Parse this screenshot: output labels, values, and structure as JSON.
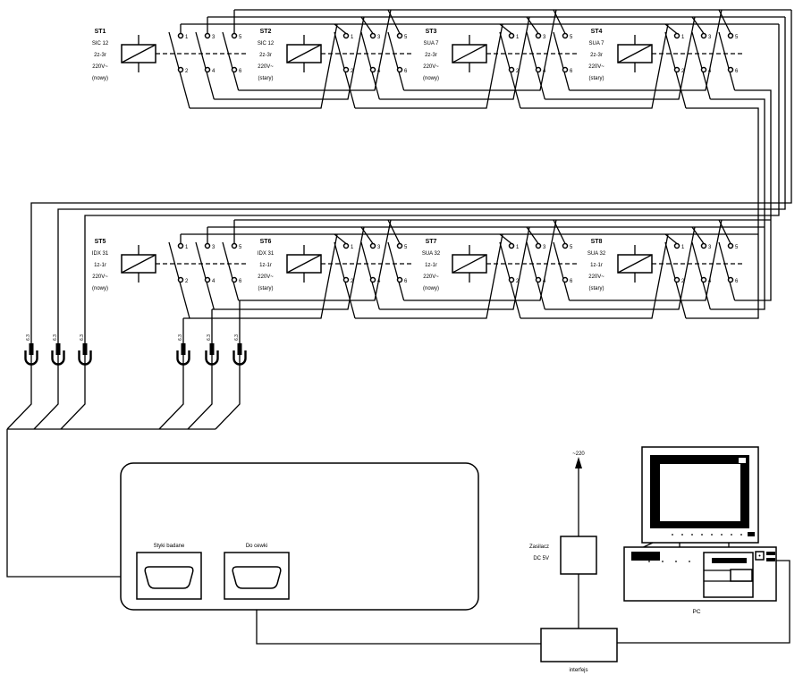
{
  "diagram": {
    "colors": {
      "ink": "#000000",
      "background": "#ffffff"
    },
    "relays": [
      {
        "id": "ST1",
        "type": "SIC 12",
        "contacts": "2z-3r",
        "voltage": "220V~",
        "variant": "(nowy)"
      },
      {
        "id": "ST2",
        "type": "SIC 12",
        "contacts": "2z-3r",
        "voltage": "220V~",
        "variant": "(stary)"
      },
      {
        "id": "ST3",
        "type": "SUA 7",
        "contacts": "2z-3r",
        "voltage": "220V~",
        "variant": "(nowy)"
      },
      {
        "id": "ST4",
        "type": "SUA 7",
        "contacts": "2z-3r",
        "voltage": "220V~",
        "variant": "(stary)"
      },
      {
        "id": "ST5",
        "type": "IDX 31",
        "contacts": "1z-1r",
        "voltage": "220V~",
        "variant": "(nowy)"
      },
      {
        "id": "ST6",
        "type": "IDX 31",
        "contacts": "1z-1r",
        "voltage": "220V~",
        "variant": "(stary)"
      },
      {
        "id": "ST7",
        "type": "SUA 32",
        "contacts": "1z-1r",
        "voltage": "220V~",
        "variant": "(nowy)"
      },
      {
        "id": "ST8",
        "type": "SUA 32",
        "contacts": "1z-1r",
        "voltage": "220V~",
        "variant": "(stary)"
      }
    ],
    "terminal_numbers_top": [
      "1",
      "3",
      "5"
    ],
    "terminal_numbers_bottom": [
      "2",
      "4",
      "6"
    ],
    "jack_label": "6.3",
    "switch_box": {
      "left_connector_label": "Styki badane",
      "right_connector_label": "Do cewki"
    },
    "power_supply": {
      "label_line1": "Zasilacz",
      "label_line2": "DC 5V",
      "mains_label": "~220"
    },
    "interface_label": "interfejs",
    "pc_label": "PC"
  }
}
